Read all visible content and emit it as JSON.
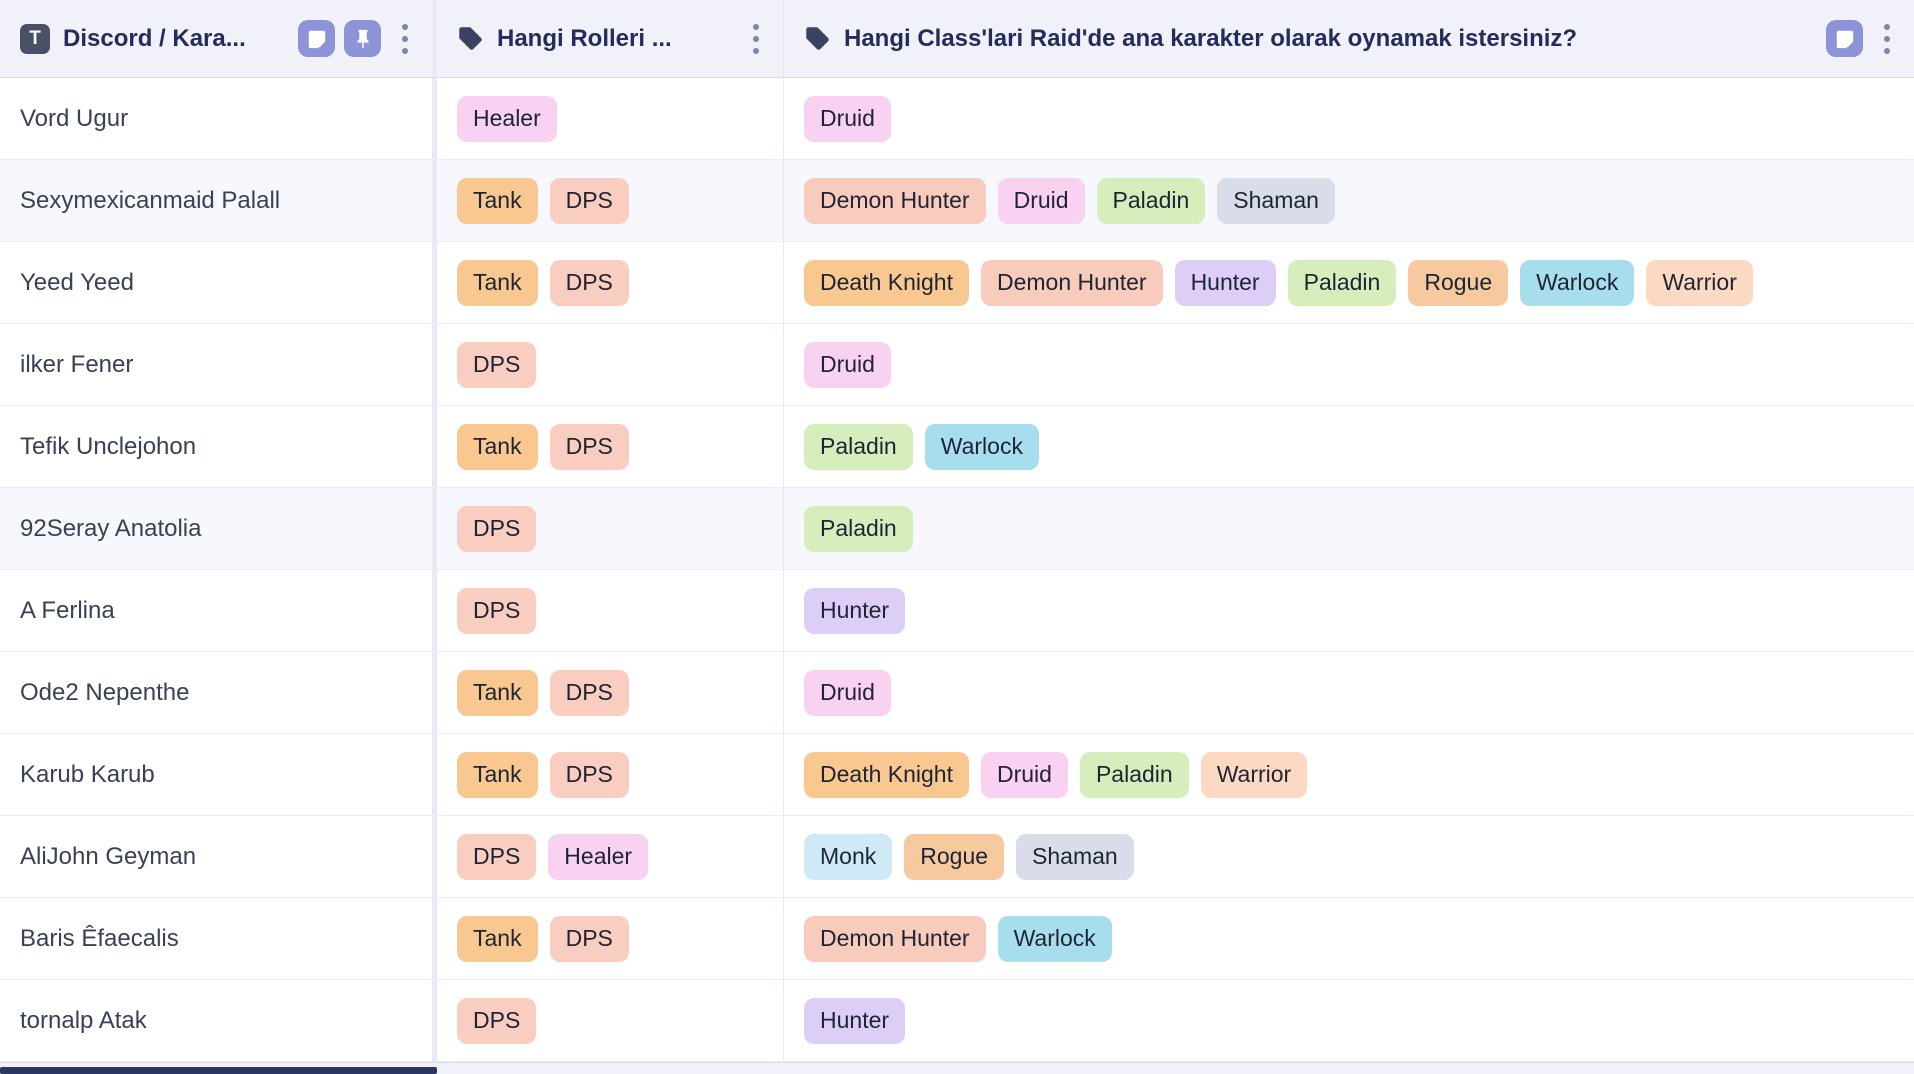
{
  "table": {
    "columns": [
      {
        "id": "name",
        "label": "Discord / Kara...",
        "type": "text"
      },
      {
        "id": "roles",
        "label": "Hangi Rolleri ...",
        "type": "multi-select"
      },
      {
        "id": "classes",
        "label": "Hangi Class'lari Raid'de ana karakter olarak oynamak istersiniz?",
        "type": "multi-select"
      }
    ],
    "tag_colors": {
      "Tank": "#f8c890",
      "DPS": "#f9cdc0",
      "Healer": "#f8d2f0",
      "Druid": "#f8d2f0",
      "Demon Hunter": "#f8cbbc",
      "Death Knight": "#f8c890",
      "Hunter": "#dccef7",
      "Paladin": "#d5eebc",
      "Rogue": "#f6ca9e",
      "Warlock": "#a7deee",
      "Warrior": "#fbd9c2",
      "Monk": "#d0e9f6",
      "Shaman": "#d8dde9"
    },
    "rows": [
      {
        "name": "Vord Ugur",
        "roles": [
          "Healer"
        ],
        "classes": [
          "Druid"
        ]
      },
      {
        "name": "Sexymexicanmaid Palall",
        "roles": [
          "Tank",
          "DPS"
        ],
        "classes": [
          "Demon Hunter",
          "Druid",
          "Paladin",
          "Shaman"
        ],
        "shaded": true
      },
      {
        "name": "Yeed Yeed",
        "roles": [
          "Tank",
          "DPS"
        ],
        "classes": [
          "Death Knight",
          "Demon Hunter",
          "Hunter",
          "Paladin",
          "Rogue",
          "Warlock",
          "Warrior"
        ]
      },
      {
        "name": "ilker Fener",
        "roles": [
          "DPS"
        ],
        "classes": [
          "Druid"
        ]
      },
      {
        "name": "Tefik Unclejohon",
        "roles": [
          "Tank",
          "DPS"
        ],
        "classes": [
          "Paladin",
          "Warlock"
        ]
      },
      {
        "name": "92Seray Anatolia",
        "roles": [
          "DPS"
        ],
        "classes": [
          "Paladin"
        ],
        "shaded": true
      },
      {
        "name": "A Ferlina",
        "roles": [
          "DPS"
        ],
        "classes": [
          "Hunter"
        ]
      },
      {
        "name": "Ode2 Nepenthe",
        "roles": [
          "Tank",
          "DPS"
        ],
        "classes": [
          "Druid"
        ]
      },
      {
        "name": "Karub Karub",
        "roles": [
          "Tank",
          "DPS"
        ],
        "classes": [
          "Death Knight",
          "Druid",
          "Paladin",
          "Warrior"
        ]
      },
      {
        "name": "AliJohn Geyman",
        "roles": [
          "DPS",
          "Healer"
        ],
        "classes": [
          "Monk",
          "Rogue",
          "Shaman"
        ]
      },
      {
        "name": "Baris Êfaecalis",
        "roles": [
          "Tank",
          "DPS"
        ],
        "classes": [
          "Demon Hunter",
          "Warlock"
        ]
      },
      {
        "name": "tornalp Atak",
        "roles": [
          "DPS"
        ],
        "classes": [
          "Hunter"
        ]
      }
    ],
    "icons": {
      "primary_field_icon": "T",
      "header_buttons": [
        "note-icon",
        "pin-icon"
      ],
      "menu_icon": "vertical-dots"
    },
    "accent_colors": {
      "header_background": "#f1f2f9",
      "header_text": "#232c5c",
      "button_purple": "#8c93d8",
      "scrollbar_navy": "#2b3765"
    }
  }
}
